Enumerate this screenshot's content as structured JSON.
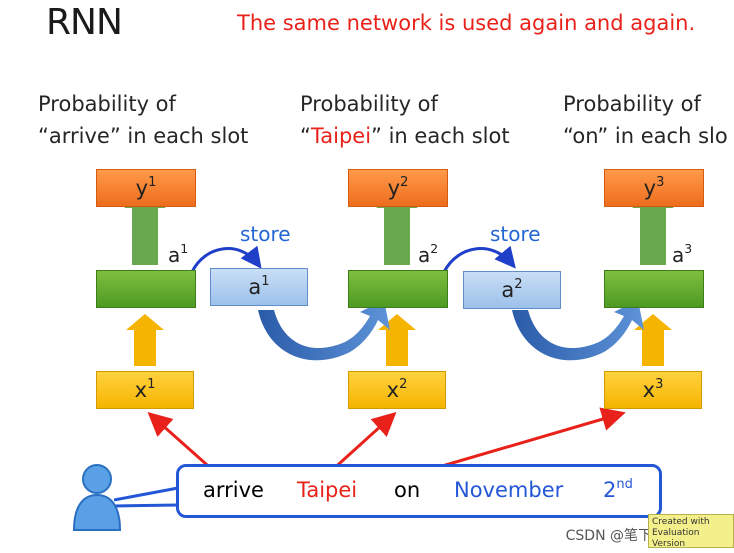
{
  "header": {
    "title": "RNN",
    "subtitle": "The same network is used again and again."
  },
  "columns": [
    {
      "prob_line1": "Probability of",
      "prob_pre": "“",
      "prob_word": "arrive",
      "prob_post": "” in each slot",
      "y_base": "y",
      "y_sup": "1",
      "a_base": "a",
      "a_sup": "1",
      "x_base": "x",
      "x_sup": "1"
    },
    {
      "prob_line1": "Probability of",
      "prob_pre": "“",
      "prob_word": "Taipei",
      "prob_post": "” in each slot",
      "y_base": "y",
      "y_sup": "2",
      "a_base": "a",
      "a_sup": "2",
      "x_base": "x",
      "x_sup": "2"
    },
    {
      "prob_line1": "Probability of",
      "prob_pre": "“",
      "prob_word": "on",
      "prob_post": "” in each slo",
      "y_base": "y",
      "y_sup": "3",
      "a_base": "a",
      "a_sup": "3",
      "x_base": "x",
      "x_sup": "3"
    }
  ],
  "memory": [
    {
      "store_label": "store",
      "a_base": "a",
      "a_sup": "1"
    },
    {
      "store_label": "store",
      "a_base": "a",
      "a_sup": "2"
    }
  ],
  "sentence": {
    "w1": "arrive",
    "w2": "Taipei",
    "w3": "on",
    "w4": "November",
    "w5_base": "2",
    "w5_sup": "nd"
  },
  "colors": {
    "red": "#e8221a",
    "blue": "#2457d6",
    "orange": "#ed6d1c",
    "green": "#4d9a22",
    "yellow": "#f5b400",
    "memory": "#9cc1ea"
  },
  "icons": {
    "user": "user-icon"
  },
  "watermark": "CSDN @笔下万码生谋略",
  "stamp_text": "Created with Evaluation Version"
}
